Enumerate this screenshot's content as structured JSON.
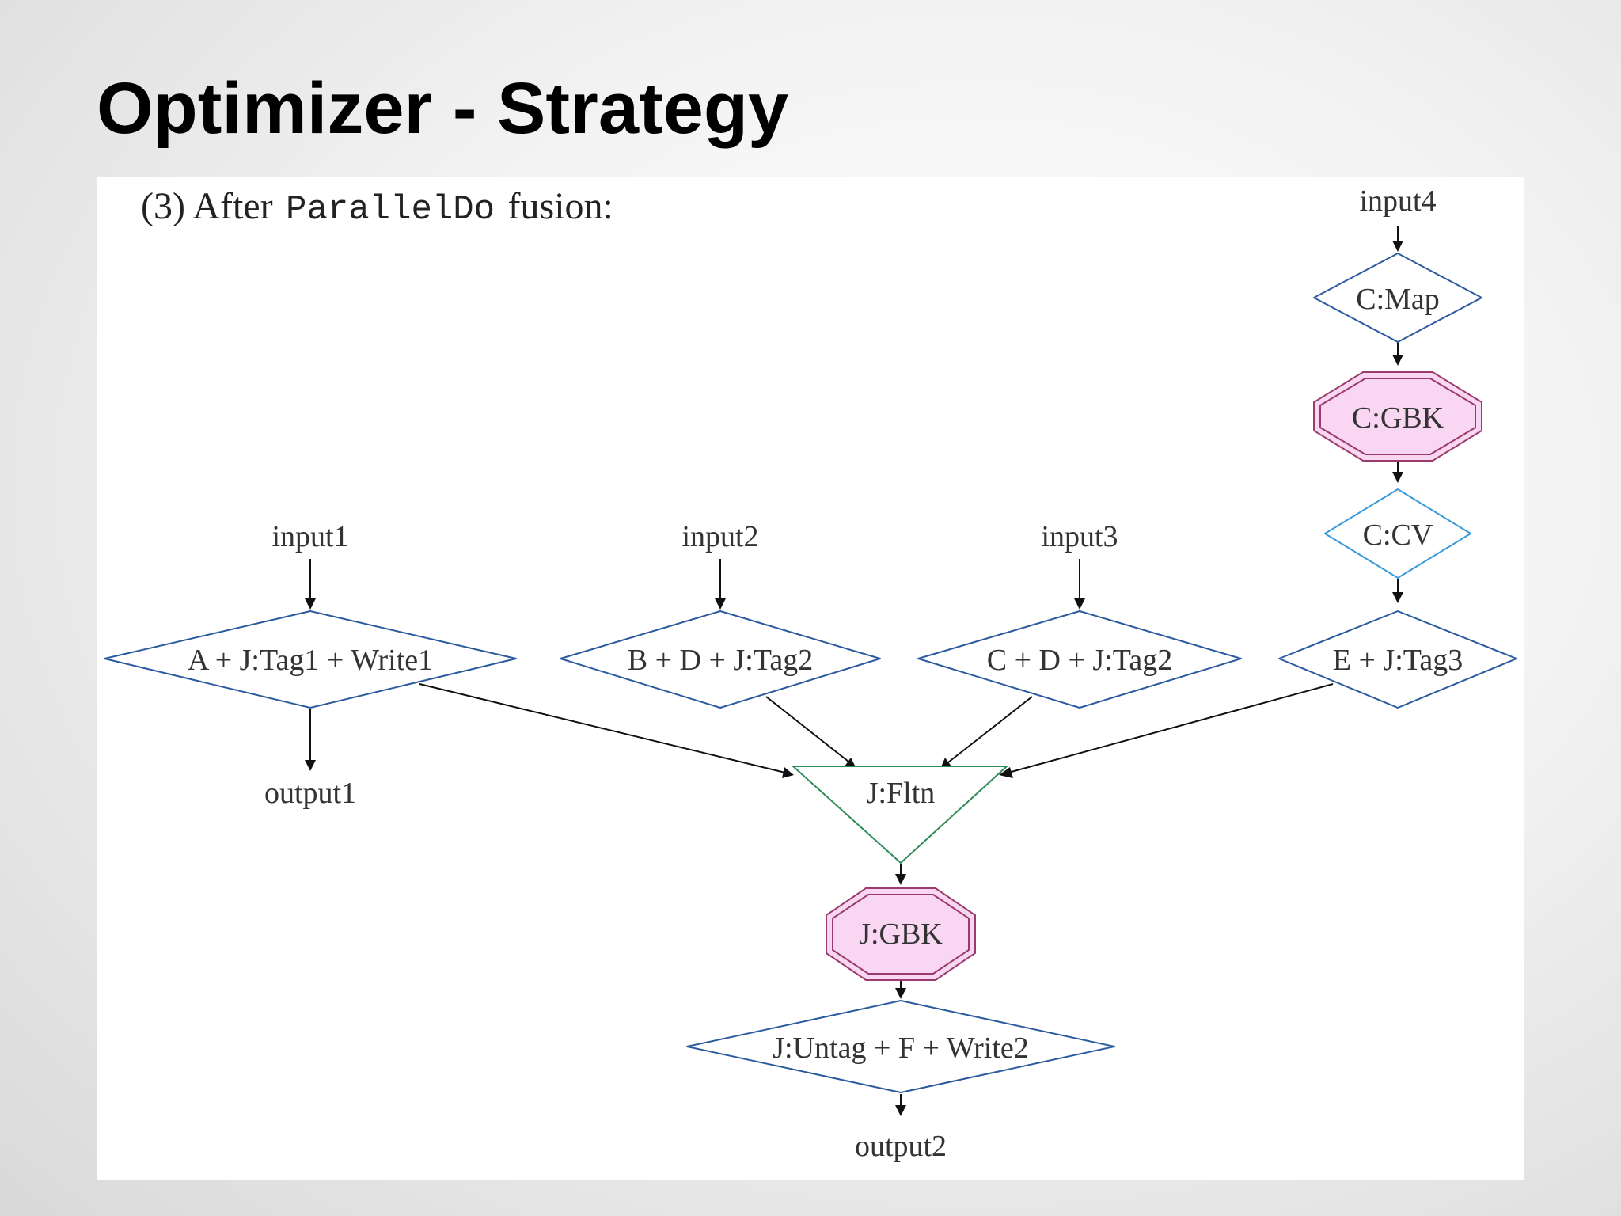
{
  "slide": {
    "title": "Optimizer - Strategy"
  },
  "figure": {
    "caption_prefix": "(3) After",
    "caption_code": "ParallelDo",
    "caption_suffix": "fusion:",
    "nodes": {
      "input1": "input1",
      "input2": "input2",
      "input3": "input3",
      "input4": "input4",
      "c_map": "C:Map",
      "c_gbk": "C:GBK",
      "c_cv": "C:CV",
      "pdo1": "A + J:Tag1  + Write1",
      "pdo2": "B + D + J:Tag2",
      "pdo3": "C + D + J:Tag2",
      "pdo4": "E + J:Tag3",
      "output1": "output1",
      "j_fltn": "J:Fltn",
      "j_gbk": "J:GBK",
      "j_untag": "J:Untag + F + Write2",
      "output2": "output2"
    },
    "colors": {
      "parallel_do_border": "#2b5b9e",
      "combine_value_border": "#3a9ad9",
      "flatten_border": "#2e8b57",
      "gbk_fill": "#f9d7f3",
      "gbk_border": "#9b3b6b"
    }
  }
}
